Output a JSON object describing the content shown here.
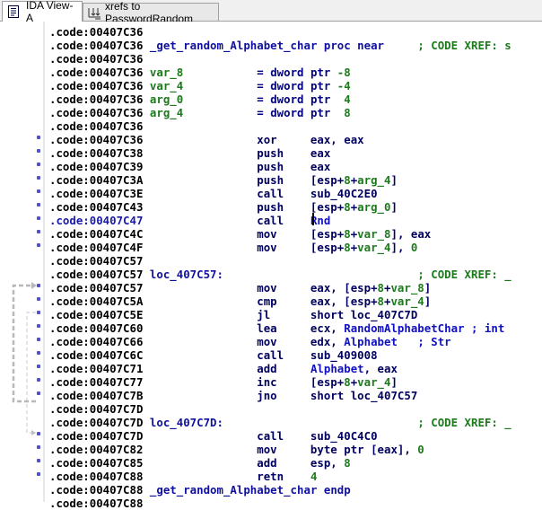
{
  "tabs": [
    {
      "label": "IDA View-A",
      "icon": "listing-icon",
      "active": true
    },
    {
      "label": "xrefs to PasswordRandom",
      "icon": "xrefs-icon",
      "active": false
    }
  ],
  "colors": {
    "address": "#000000",
    "address_highlight": "#1a1aa8",
    "name": "#1010a0",
    "local_var": "#1c7a1c",
    "comment": "#1c7a1c",
    "instruction": "#000060",
    "gutter_dot": "#5050d0",
    "arrow": "#b8b8b8"
  },
  "listing": [
    {
      "addr": ".code:00407C36",
      "dot": false,
      "segs": []
    },
    {
      "addr": ".code:00407C36",
      "dot": false,
      "segs": [
        {
          "t": " ",
          "c": "c-black"
        },
        {
          "t": "_get_random_Alphabet_char proc near",
          "c": "c-name"
        },
        {
          "t": "     ",
          "c": "c-black"
        },
        {
          "t": "; CODE XREF: s",
          "c": "c-comment"
        }
      ]
    },
    {
      "addr": ".code:00407C36",
      "dot": false,
      "segs": []
    },
    {
      "addr": ".code:00407C36",
      "dot": false,
      "segs": [
        {
          "t": " ",
          "c": "c-black"
        },
        {
          "t": "var_8",
          "c": "c-var"
        },
        {
          "t": "           = dword ptr ",
          "c": "c-kw"
        },
        {
          "t": "-8",
          "c": "c-num"
        }
      ]
    },
    {
      "addr": ".code:00407C36",
      "dot": false,
      "segs": [
        {
          "t": " ",
          "c": "c-black"
        },
        {
          "t": "var_4",
          "c": "c-var"
        },
        {
          "t": "           = dword ptr ",
          "c": "c-kw"
        },
        {
          "t": "-4",
          "c": "c-num"
        }
      ]
    },
    {
      "addr": ".code:00407C36",
      "dot": false,
      "segs": [
        {
          "t": " ",
          "c": "c-black"
        },
        {
          "t": "arg_0",
          "c": "c-var"
        },
        {
          "t": "           = dword ptr  ",
          "c": "c-kw"
        },
        {
          "t": "4",
          "c": "c-num"
        }
      ]
    },
    {
      "addr": ".code:00407C36",
      "dot": false,
      "segs": [
        {
          "t": " ",
          "c": "c-black"
        },
        {
          "t": "arg_4",
          "c": "c-var"
        },
        {
          "t": "           = dword ptr  ",
          "c": "c-kw"
        },
        {
          "t": "8",
          "c": "c-num"
        }
      ]
    },
    {
      "addr": ".code:00407C36",
      "dot": false,
      "segs": []
    },
    {
      "addr": ".code:00407C36",
      "dot": true,
      "segs": [
        {
          "t": "                 xor     eax, eax",
          "c": "c-ins"
        }
      ]
    },
    {
      "addr": ".code:00407C38",
      "dot": true,
      "segs": [
        {
          "t": "                 push    eax",
          "c": "c-ins"
        }
      ]
    },
    {
      "addr": ".code:00407C39",
      "dot": true,
      "segs": [
        {
          "t": "                 push    eax",
          "c": "c-ins"
        }
      ]
    },
    {
      "addr": ".code:00407C3A",
      "dot": true,
      "segs": [
        {
          "t": "                 push    [esp+",
          "c": "c-ins"
        },
        {
          "t": "8",
          "c": "c-num"
        },
        {
          "t": "+",
          "c": "c-ins"
        },
        {
          "t": "arg_4",
          "c": "c-var"
        },
        {
          "t": "]",
          "c": "c-ins"
        }
      ]
    },
    {
      "addr": ".code:00407C3E",
      "dot": true,
      "segs": [
        {
          "t": "                 call    sub_40C2E0",
          "c": "c-ins"
        }
      ]
    },
    {
      "addr": ".code:00407C43",
      "dot": true,
      "segs": [
        {
          "t": "                 push    [esp+",
          "c": "c-ins"
        },
        {
          "t": "8",
          "c": "c-num"
        },
        {
          "t": "+",
          "c": "c-ins"
        },
        {
          "t": "arg_0",
          "c": "c-var"
        },
        {
          "t": "]",
          "c": "c-ins"
        }
      ]
    },
    {
      "addr": ".code:00407C47",
      "dot": true,
      "highlight": true,
      "segs": [
        {
          "t": "                 call    ",
          "c": "c-ins"
        },
        {
          "t": "Rnd",
          "c": "c-ref"
        }
      ]
    },
    {
      "addr": ".code:00407C4C",
      "dot": true,
      "segs": [
        {
          "t": "                 mov     [esp+",
          "c": "c-ins"
        },
        {
          "t": "8",
          "c": "c-num"
        },
        {
          "t": "+",
          "c": "c-ins"
        },
        {
          "t": "var_8",
          "c": "c-var"
        },
        {
          "t": "], eax",
          "c": "c-ins"
        }
      ]
    },
    {
      "addr": ".code:00407C4F",
      "dot": true,
      "segs": [
        {
          "t": "                 mov     [esp+",
          "c": "c-ins"
        },
        {
          "t": "8",
          "c": "c-num"
        },
        {
          "t": "+",
          "c": "c-ins"
        },
        {
          "t": "var_4",
          "c": "c-var"
        },
        {
          "t": "], ",
          "c": "c-ins"
        },
        {
          "t": "0",
          "c": "c-num"
        }
      ]
    },
    {
      "addr": ".code:00407C57",
      "dot": false,
      "segs": []
    },
    {
      "addr": ".code:00407C57",
      "dot": false,
      "segs": [
        {
          "t": " ",
          "c": "c-black"
        },
        {
          "t": "loc_407C57:",
          "c": "c-name"
        },
        {
          "t": "                             ",
          "c": "c-black"
        },
        {
          "t": "; CODE XREF: _",
          "c": "c-comment"
        }
      ]
    },
    {
      "addr": ".code:00407C57",
      "dot": true,
      "segs": [
        {
          "t": "                 mov     eax, [esp+",
          "c": "c-ins"
        },
        {
          "t": "8",
          "c": "c-num"
        },
        {
          "t": "+",
          "c": "c-ins"
        },
        {
          "t": "var_8",
          "c": "c-var"
        },
        {
          "t": "]",
          "c": "c-ins"
        }
      ]
    },
    {
      "addr": ".code:00407C5A",
      "dot": true,
      "segs": [
        {
          "t": "                 cmp     eax, [esp+",
          "c": "c-ins"
        },
        {
          "t": "8",
          "c": "c-num"
        },
        {
          "t": "+",
          "c": "c-ins"
        },
        {
          "t": "var_4",
          "c": "c-var"
        },
        {
          "t": "]",
          "c": "c-ins"
        }
      ]
    },
    {
      "addr": ".code:00407C5E",
      "dot": true,
      "segs": [
        {
          "t": "                 jl      short loc_407C7D",
          "c": "c-ins"
        }
      ]
    },
    {
      "addr": ".code:00407C60",
      "dot": true,
      "segs": [
        {
          "t": "                 lea     ecx, ",
          "c": "c-ins"
        },
        {
          "t": "RandomAlphabetChar",
          "c": "c-ref"
        },
        {
          "t": " ",
          "c": "c-ins"
        },
        {
          "t": "; int",
          "c": "c-ref"
        }
      ]
    },
    {
      "addr": ".code:00407C66",
      "dot": true,
      "segs": [
        {
          "t": "                 mov     edx, ",
          "c": "c-ins"
        },
        {
          "t": "Alphabet",
          "c": "c-ref"
        },
        {
          "t": "   ",
          "c": "c-ins"
        },
        {
          "t": "; Str",
          "c": "c-ref"
        }
      ]
    },
    {
      "addr": ".code:00407C6C",
      "dot": true,
      "segs": [
        {
          "t": "                 call    sub_409008",
          "c": "c-ins"
        }
      ]
    },
    {
      "addr": ".code:00407C71",
      "dot": true,
      "segs": [
        {
          "t": "                 add     ",
          "c": "c-ins"
        },
        {
          "t": "Alphabet",
          "c": "c-ref"
        },
        {
          "t": ", eax",
          "c": "c-ins"
        }
      ]
    },
    {
      "addr": ".code:00407C77",
      "dot": true,
      "segs": [
        {
          "t": "                 inc     [esp+",
          "c": "c-ins"
        },
        {
          "t": "8",
          "c": "c-num"
        },
        {
          "t": "+",
          "c": "c-ins"
        },
        {
          "t": "var_4",
          "c": "c-var"
        },
        {
          "t": "]",
          "c": "c-ins"
        }
      ]
    },
    {
      "addr": ".code:00407C7B",
      "dot": true,
      "segs": [
        {
          "t": "                 jno     short loc_407C57",
          "c": "c-ins"
        }
      ]
    },
    {
      "addr": ".code:00407C7D",
      "dot": false,
      "segs": []
    },
    {
      "addr": ".code:00407C7D",
      "dot": false,
      "segs": [
        {
          "t": " ",
          "c": "c-black"
        },
        {
          "t": "loc_407C7D:",
          "c": "c-name"
        },
        {
          "t": "                             ",
          "c": "c-black"
        },
        {
          "t": "; CODE XREF: _",
          "c": "c-comment"
        }
      ]
    },
    {
      "addr": ".code:00407C7D",
      "dot": true,
      "segs": [
        {
          "t": "                 call    sub_40C4C0",
          "c": "c-ins"
        }
      ]
    },
    {
      "addr": ".code:00407C82",
      "dot": true,
      "segs": [
        {
          "t": "                 mov     byte ptr [eax], ",
          "c": "c-ins"
        },
        {
          "t": "0",
          "c": "c-num"
        }
      ]
    },
    {
      "addr": ".code:00407C85",
      "dot": true,
      "segs": [
        {
          "t": "                 add     esp, ",
          "c": "c-ins"
        },
        {
          "t": "8",
          "c": "c-num"
        }
      ]
    },
    {
      "addr": ".code:00407C88",
      "dot": true,
      "segs": [
        {
          "t": "                 retn    ",
          "c": "c-ins"
        },
        {
          "t": "4",
          "c": "c-num"
        }
      ]
    },
    {
      "addr": ".code:00407C88",
      "dot": false,
      "segs": [
        {
          "t": " ",
          "c": "c-black"
        },
        {
          "t": "_get_random_Alphabet_char endp",
          "c": "c-name"
        }
      ]
    },
    {
      "addr": ".code:00407C88",
      "dot": false,
      "segs": []
    }
  ]
}
